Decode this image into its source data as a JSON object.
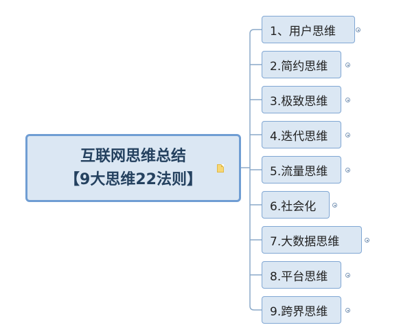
{
  "root": {
    "line1": "互联网思维总结",
    "line2": "【9大思维22法则】"
  },
  "topics": [
    {
      "label": "1、用户思维"
    },
    {
      "label": "2.简约思维"
    },
    {
      "label": "3.极致思维"
    },
    {
      "label": "4.迭代思维"
    },
    {
      "label": "5.流量思维"
    },
    {
      "label": "6.社会化"
    },
    {
      "label": "7.大数据思维"
    },
    {
      "label": "8.平台思维"
    },
    {
      "label": "9.跨界思维"
    }
  ],
  "colors": {
    "node_fill": "#dbe7f3",
    "node_border": "#7fa6d3",
    "root_border": "#6f9dd3",
    "connector": "#8aa9c9"
  },
  "icons": [
    "note-icon",
    "expand-icon"
  ]
}
